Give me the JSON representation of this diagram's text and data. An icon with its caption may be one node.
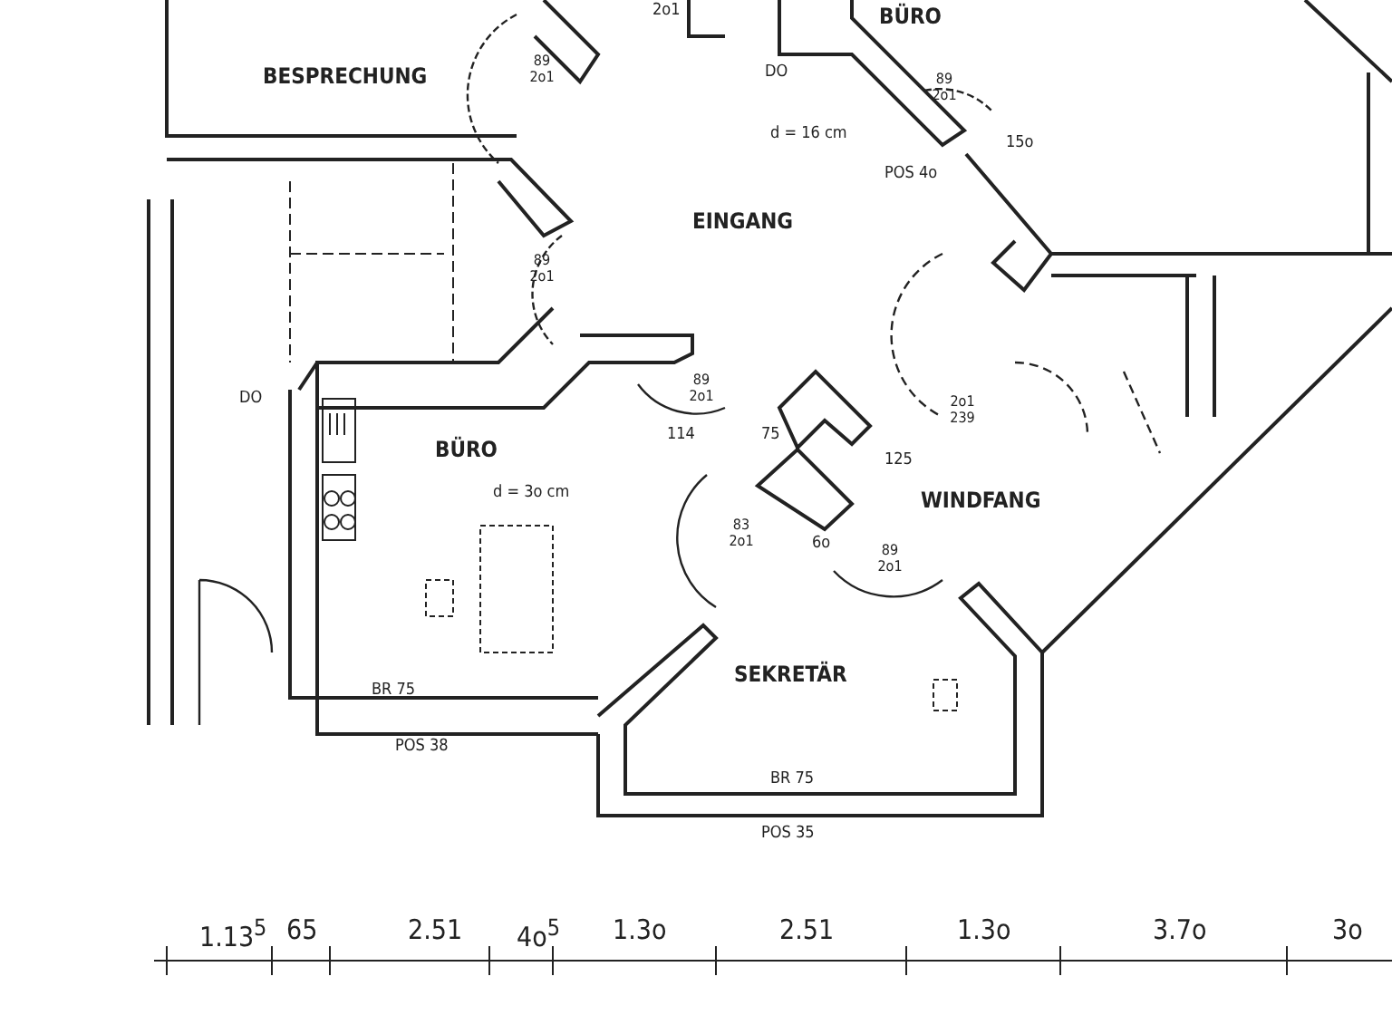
{
  "diagram": {
    "labels": [
      "BÜRO",
      "BESPRECHUNG",
      "2o1",
      "89 2o1",
      "DO",
      "89 2o1",
      "d = 16 cm",
      "POS 4o",
      "15o",
      "EINGANG",
      "89 2o1",
      "DO",
      "BÜRO",
      "d = 3o cm",
      "89 2o1",
      "114",
      "75",
      "2o1 239",
      "125",
      "WINDFANG",
      "83 2o1",
      "6o",
      "89 2o1",
      "SEKRETÄR",
      "BR 75",
      "POS 38",
      "BR 75",
      "POS 35",
      "1.13$^{5}$",
      "65",
      "2.51",
      "4o$^{5}$",
      "1.3o",
      "2.51",
      "1.3o",
      "3.7o",
      "3o"
    ]
  }
}
